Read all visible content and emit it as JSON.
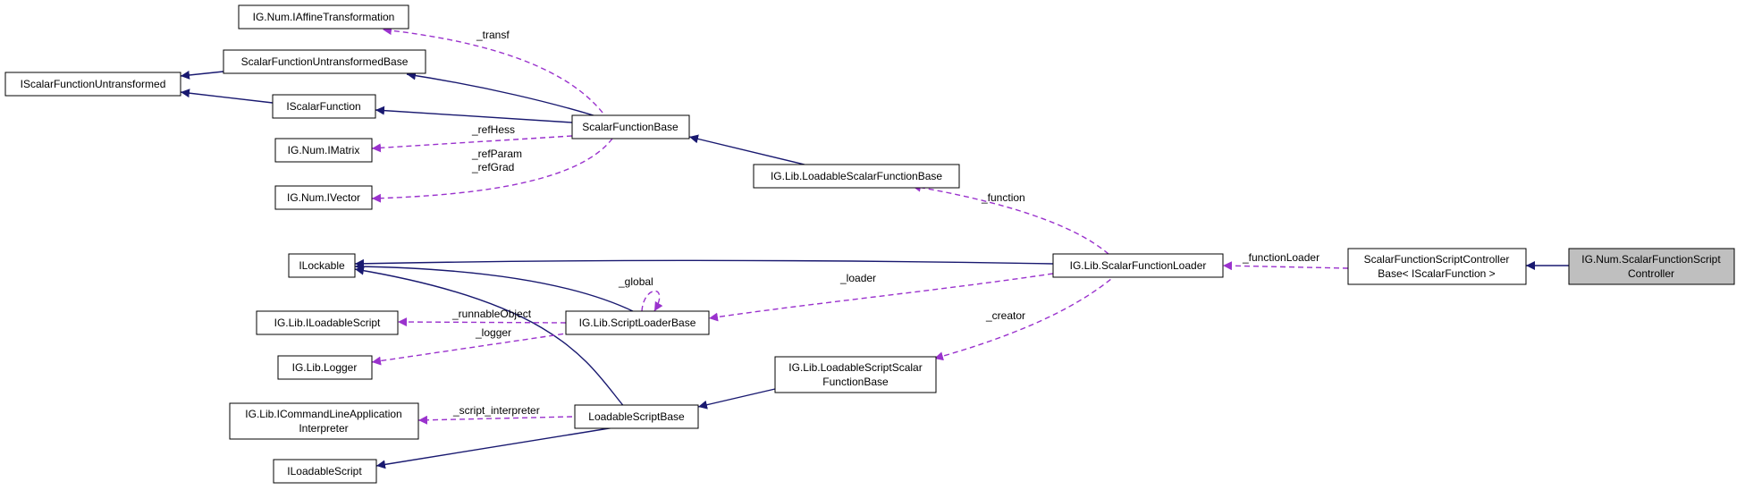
{
  "colors": {
    "inheritance_edge": "#191970",
    "usage_edge": "#9a32cd",
    "highlight_fill": "#bfbfbf"
  },
  "nodes": {
    "affine": "IG.Num.IAffineTransformation",
    "sfub": "ScalarFunctionUntransformedBase",
    "isfu": "IScalarFunctionUntransformed",
    "isf": "IScalarFunction",
    "sfb": "ScalarFunctionBase",
    "imatrix": "IG.Num.IMatrix",
    "ivector": "IG.Num.IVector",
    "lsfb": "IG.Lib.LoadableScalarFunctionBase",
    "ilockable": "ILockable",
    "sfl": "IG.Lib.ScalarFunctionLoader",
    "sfscb_1": "ScalarFunctionScriptController",
    "sfscb_2": "Base< IScalarFunction >",
    "numsfsc_1": "IG.Num.ScalarFunctionScript",
    "numsfsc_2": "Controller",
    "iloadablescript_lib": "IG.Lib.ILoadableScript",
    "slb": "IG.Lib.ScriptLoaderBase",
    "logger": "IG.Lib.Logger",
    "lssfb_1": "IG.Lib.LoadableScriptScalar",
    "lssfb_2": "FunctionBase",
    "icla_1": "IG.Lib.ICommandLineApplication",
    "icla_2": "Interpreter",
    "lsb": "LoadableScriptBase",
    "iloadablescript": "ILoadableScript"
  },
  "edge_labels": {
    "transf": "_transf",
    "refhess": "_refHess",
    "refparam": "_refParam",
    "refgrad": "_refGrad",
    "function": "_function",
    "global": "_global",
    "loader": "_loader",
    "functionloader": "_functionLoader",
    "runnable": "_runnableObject",
    "logger": "_logger",
    "creator": "_creator",
    "script_interpreter": "_script_interpreter"
  }
}
